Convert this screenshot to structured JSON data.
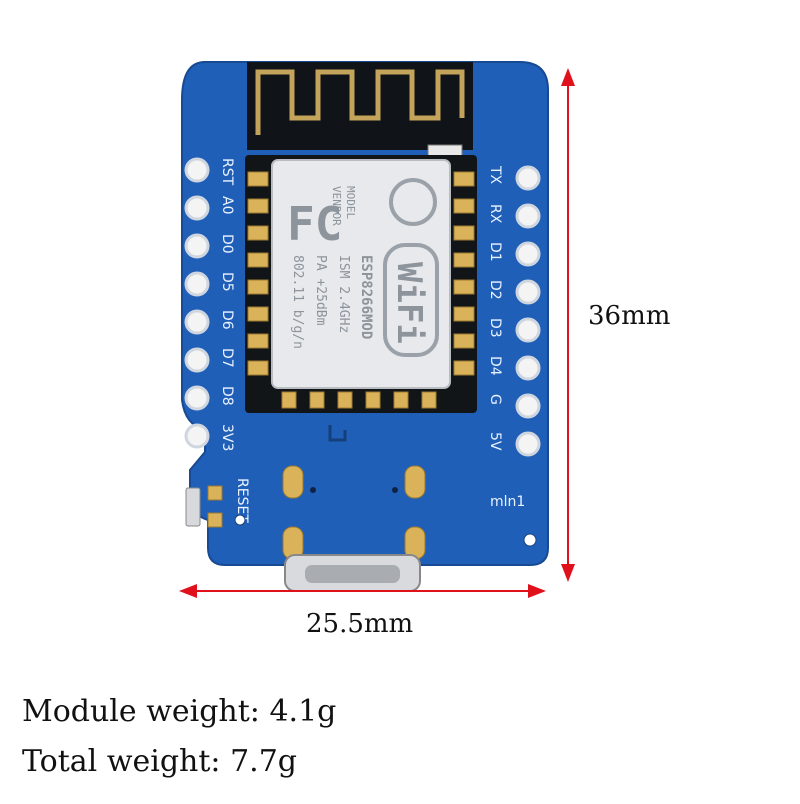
{
  "board": {
    "pins_left": [
      "RST",
      "A0",
      "D0",
      "D5",
      "D6",
      "D7",
      "D8",
      "3V3"
    ],
    "pins_right": [
      "TX",
      "RX",
      "D1",
      "D2",
      "D3",
      "D4",
      "G",
      "5V"
    ],
    "reset_label": "RESET",
    "board_label": "mln1",
    "module": {
      "fc_logo": "FC",
      "lines": [
        "MODEL",
        "VENDOR",
        "ESP8266MOD",
        "ISM 2.4GHz",
        "PA +25dBm",
        "802.11 b/g/n"
      ],
      "wifi_logo": "WiFi"
    },
    "colors": {
      "pcb": "#1f5fb8",
      "pcb_edge": "#1a4f9c",
      "antenna": "#c4a35a",
      "shield": "#e7e9ec",
      "pad": "#d9b25a",
      "dimension_line": "#e0111b"
    }
  },
  "dimensions": {
    "height": "36mm",
    "width": "25.5mm"
  },
  "specs": {
    "module_weight": "Module weight: 4.1g",
    "total_weight": "Total weight: 7.7g"
  }
}
